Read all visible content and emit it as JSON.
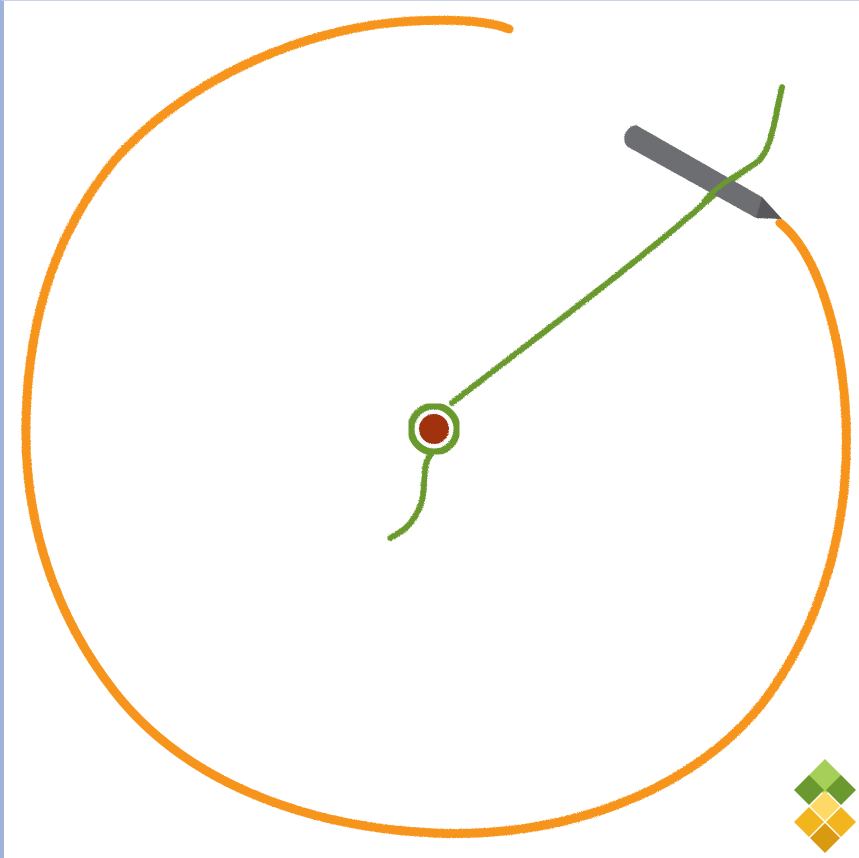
{
  "drawing": {
    "circle_stroke": {
      "name": "orange-circle-stroke",
      "color": "#f7941d"
    },
    "pencil": {
      "name": "pencil-icon",
      "color": "#6d6e71"
    },
    "compass_arm": {
      "name": "green-compass-line",
      "color": "#6a9a2f"
    },
    "center_pin": {
      "name": "center-pin",
      "color": "#a0320a",
      "ring_color": "#6a9a2f"
    }
  },
  "logo": {
    "name": "diamond-logo",
    "colors": [
      "#a6cf5a",
      "#6a9a2f",
      "#ffd966",
      "#f2b51e",
      "#d99a12"
    ]
  }
}
